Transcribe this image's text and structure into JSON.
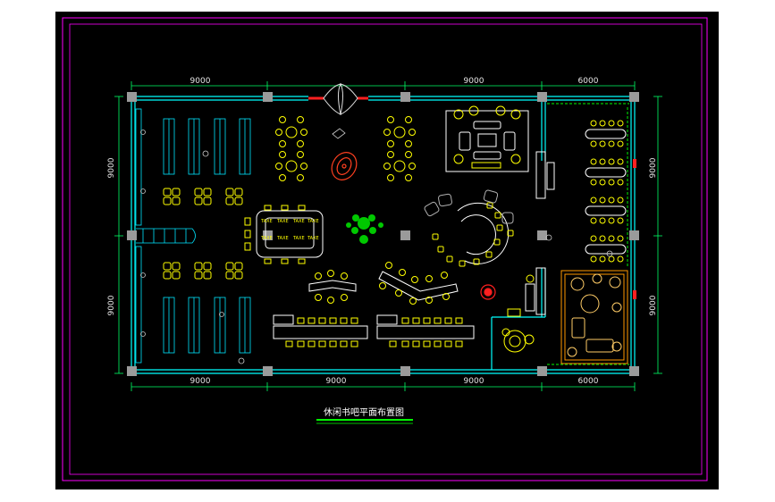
{
  "drawing": {
    "title": "休闲书吧平面布置图",
    "dimensions": {
      "top": [
        "9000",
        "9000",
        "6000"
      ],
      "bottom": [
        "9000",
        "9000",
        "9000",
        "6000"
      ],
      "left": [
        "9000",
        "9000"
      ],
      "right": [
        "9000",
        "9000"
      ]
    },
    "table_labels": [
      "TAXE",
      "TAXE",
      "TAXE",
      "TAXE",
      "TAXE",
      "TAXE",
      "TAXE",
      "TAXE"
    ]
  },
  "colors": {
    "sheet_background": "#000000",
    "outer_frame": "#ff00ff",
    "wall": "#00ffff",
    "furniture": "#ffff00",
    "shelving": "#00e5ff",
    "plant": "#00c800",
    "accent_red": "#ff2020",
    "column": "#9a9a9a",
    "title_underline": "#00ff00"
  }
}
